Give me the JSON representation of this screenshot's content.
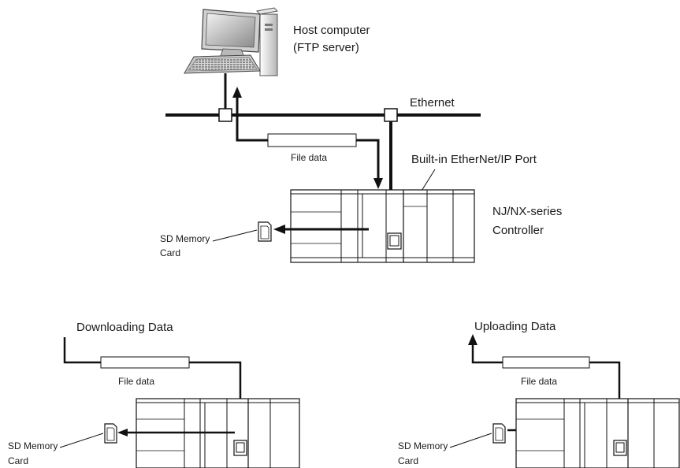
{
  "host": {
    "title_line1": "Host computer",
    "title_line2": "(FTP server)"
  },
  "network": {
    "ethernet_label": "Ethernet",
    "port_label": "Built-in EtherNet/IP Port"
  },
  "controller": {
    "label_line1": "NJ/NX-series",
    "label_line2": "Controller"
  },
  "file_label": "File data",
  "sd_card": {
    "line1": "SD Memory",
    "line2": "Card"
  },
  "downloading": {
    "title": "Downloading Data"
  },
  "uploading": {
    "title": "Uploading Data"
  }
}
